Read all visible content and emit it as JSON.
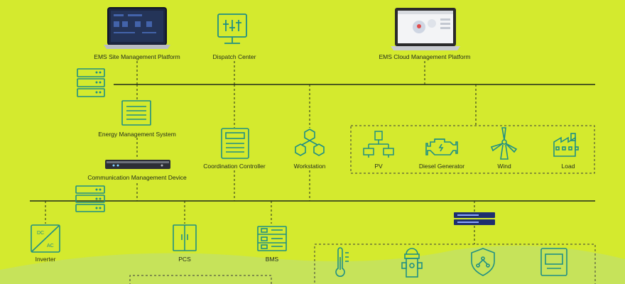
{
  "top": {
    "ems_site_platform": "EMS Site Management Platform",
    "dispatch_center": "Dispatch Center",
    "ems_cloud_platform": "EMS Cloud Management Platform"
  },
  "middle": {
    "energy_management_system": "Energy Management System",
    "communication_management_device": "Communication Management Device",
    "coordination_controller": "Coordination Controller",
    "workstation": "Workstation"
  },
  "resources": {
    "pv": "PV",
    "diesel_generator": "Diesel Generator",
    "wind": "Wind",
    "load": "Load"
  },
  "bottom": {
    "inverter": "Inverter",
    "pcs": "PCS",
    "bms": "BMS"
  },
  "colors": {
    "background": "#d4ea2e",
    "line_dark": "#1f2a1a",
    "icon_teal": "#1f8f84",
    "dark_blue": "#1e2f6e",
    "dashed_gray": "#3a3a3a"
  }
}
